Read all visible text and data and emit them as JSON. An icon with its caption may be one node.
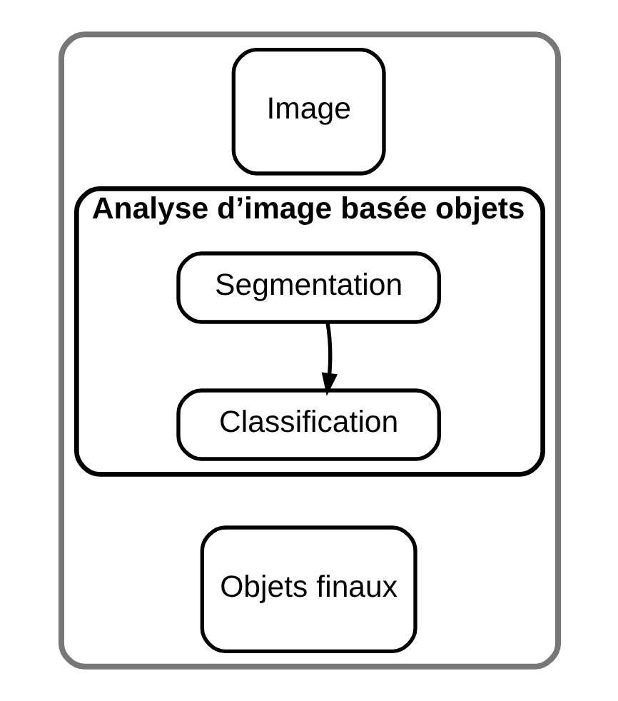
{
  "diagram": {
    "nodes": [
      {
        "text": [],
        "shape": "box"
      },
      {
        "text": [
          "Image"
        ],
        "in": 0
      },
      {
        "text": [
          "Analyse d’image basée objets"
        ],
        "in": 0
      },
      {
        "text": [
          "Segmentation"
        ],
        "in": 2
      },
      {
        "text": [
          "Classification"
        ],
        "in": 2
      },
      {
        "text": [
          "Objets finaux"
        ],
        "in": 0
      }
    ],
    "edges": [
      {
        "from": 3,
        "to": 4,
        "arrow": "to"
      }
    ]
  }
}
